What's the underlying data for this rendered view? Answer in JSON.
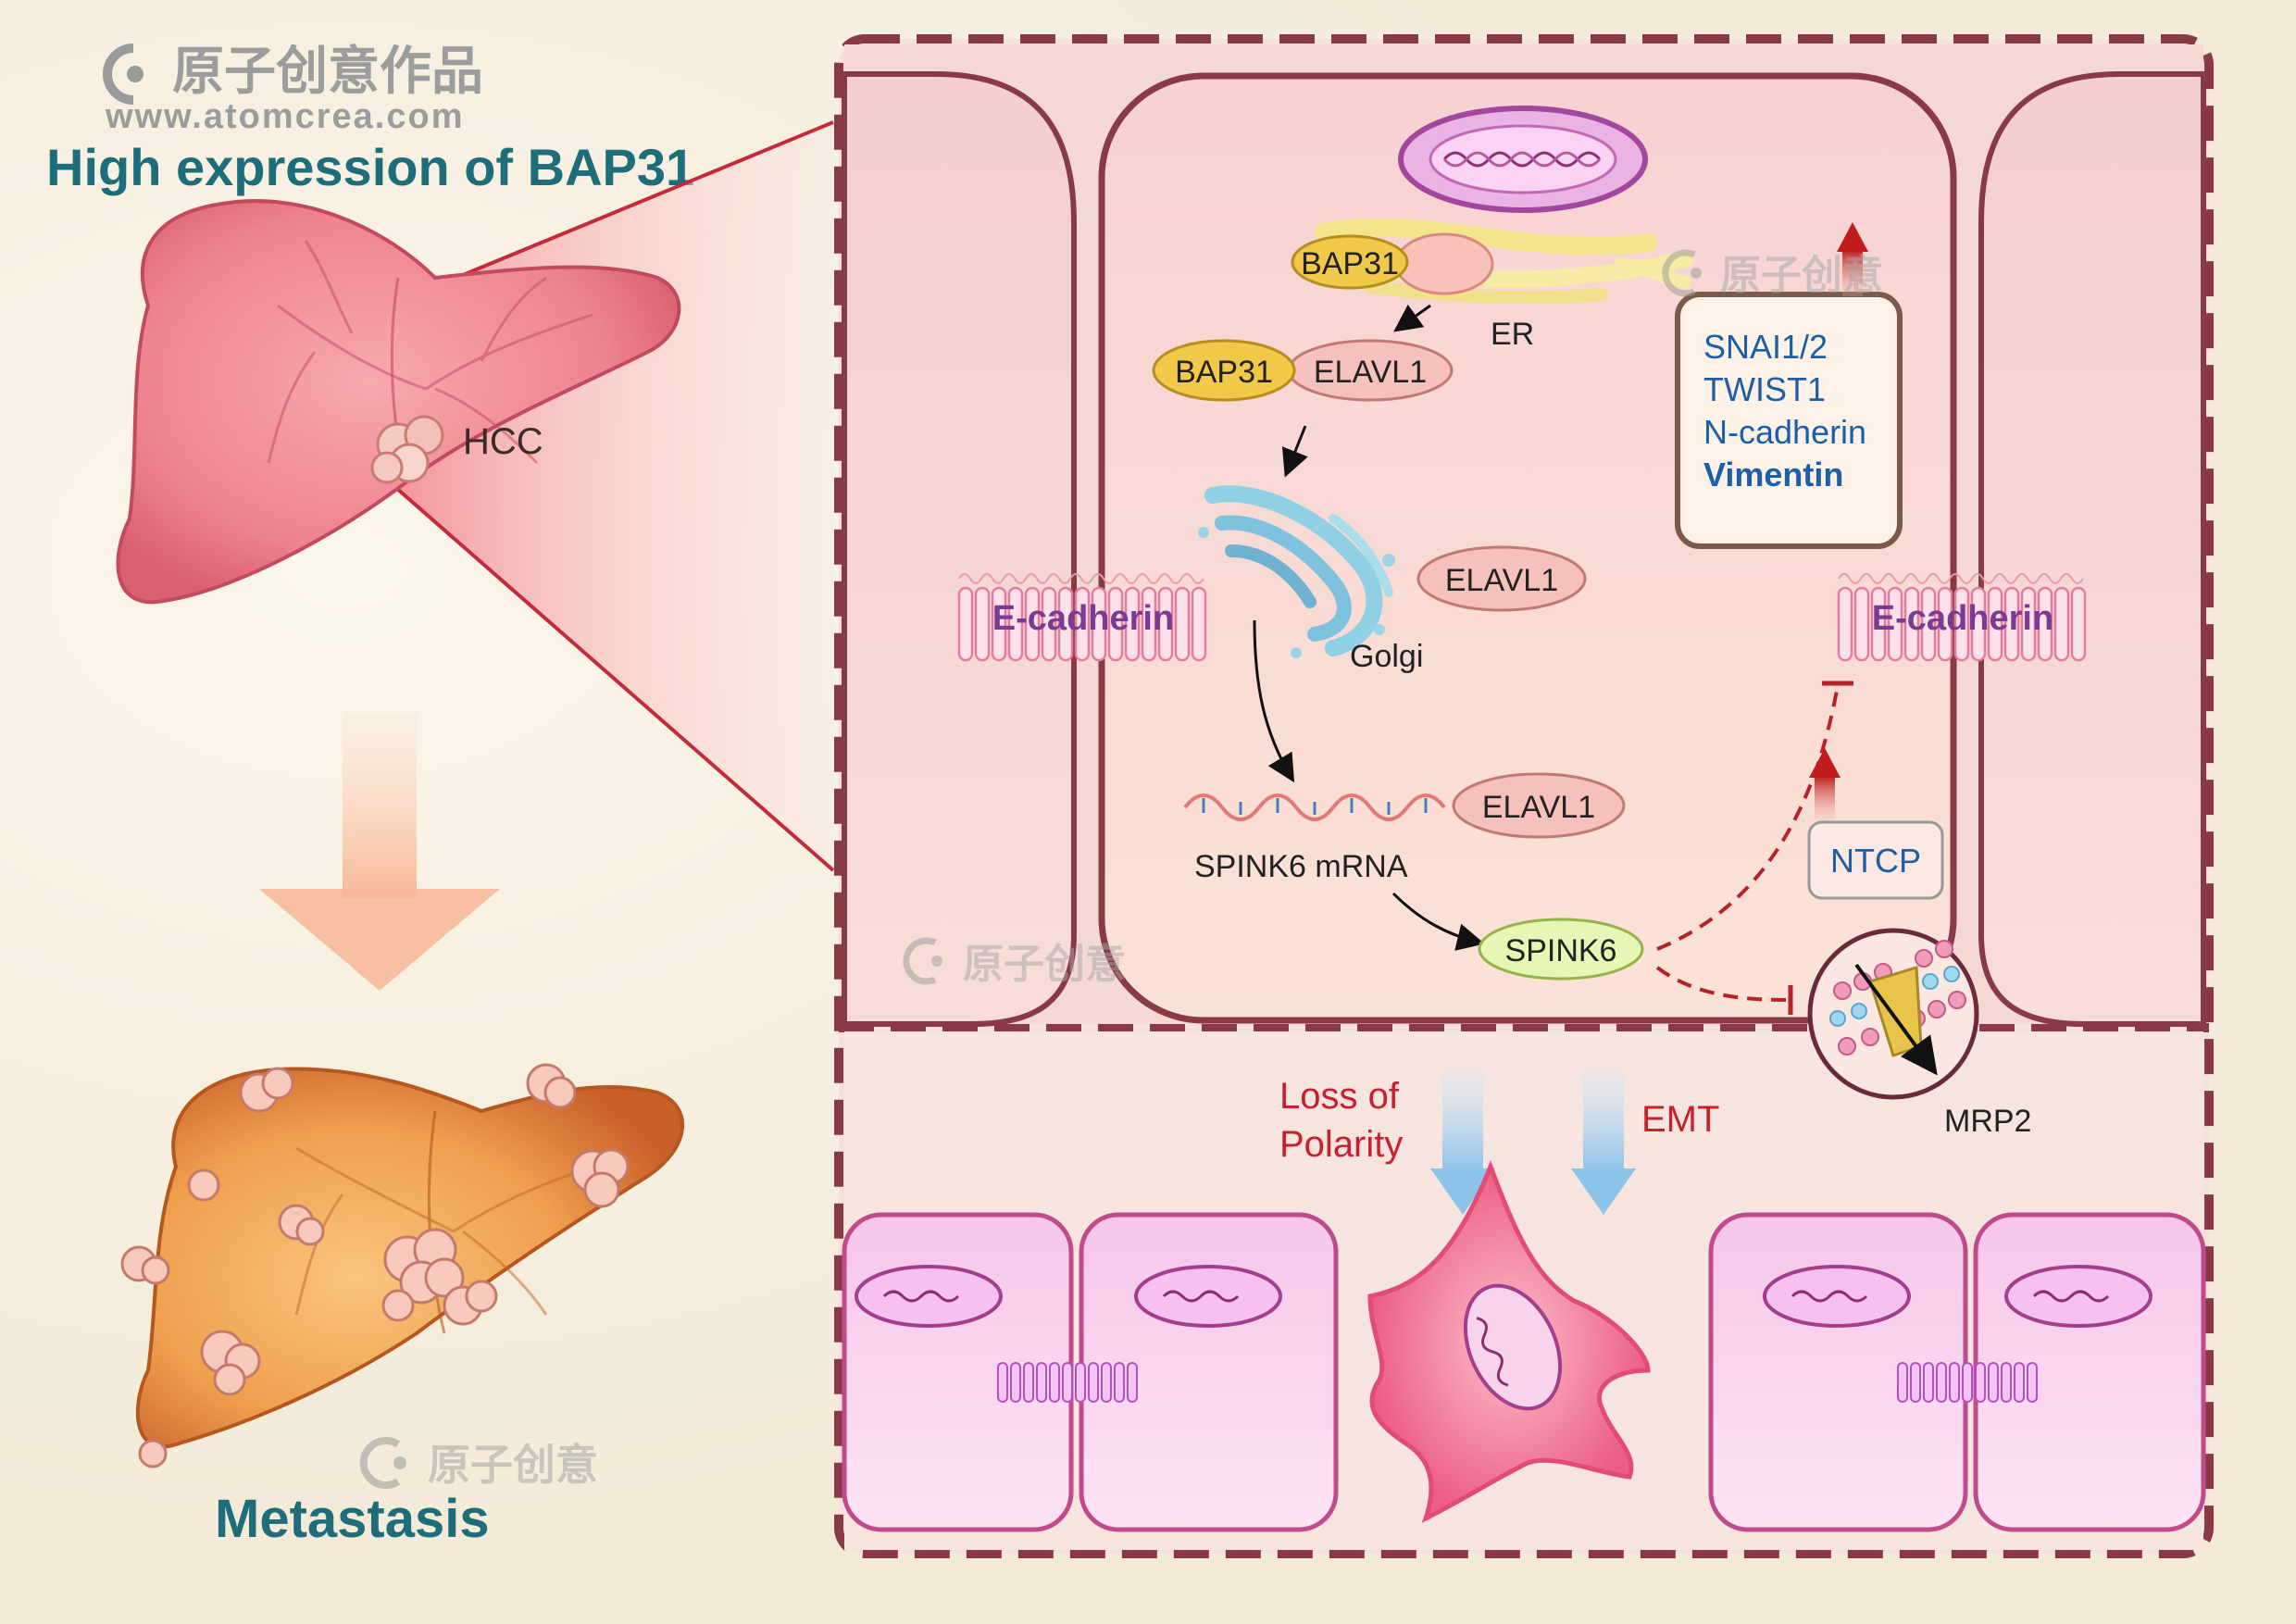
{
  "watermark": {
    "brand": "原子创意作品",
    "url": "www.atomcrea.com",
    "short": "原子创意"
  },
  "left": {
    "title": "High expression of BAP31",
    "liver_label": "HCC",
    "bottom_label": "Metastasis"
  },
  "cell": {
    "er_label": "ER",
    "golgi_label": "Golgi",
    "bap31_1": "BAP31",
    "bap31_2": "BAP31",
    "elavl1_complex": "ELAVL1",
    "elavl1_golgi": "ELAVL1",
    "elavl1_mrna": "ELAVL1",
    "mrna_label": "SPINK6 mRNA",
    "spink6": "SPINK6",
    "emt_markers": [
      "SNAI1/2",
      "TWIST1",
      "N-cadherin",
      "Vimentin"
    ],
    "ntcp": "NTCP",
    "mrp2": "MRP2",
    "ecad_left": "E-cadherin",
    "ecad_right": "E-cadherin"
  },
  "bottom": {
    "loss_of_polarity": [
      "Loss of",
      "Polarity"
    ],
    "emt": "EMT"
  },
  "colors": {
    "title_teal": "#1d6e7a",
    "frame_maroon": "#8a3a44",
    "dashed_red": "#b8202a",
    "marker_blue": "#1b5fa8",
    "ecad_purple": "#7b3a94",
    "loss_red": "#c8202c",
    "bap31_yellow": "#f0c84a",
    "elavl1_pink": "#f6c0bc",
    "spink6_green": "#e6f6b4"
  }
}
